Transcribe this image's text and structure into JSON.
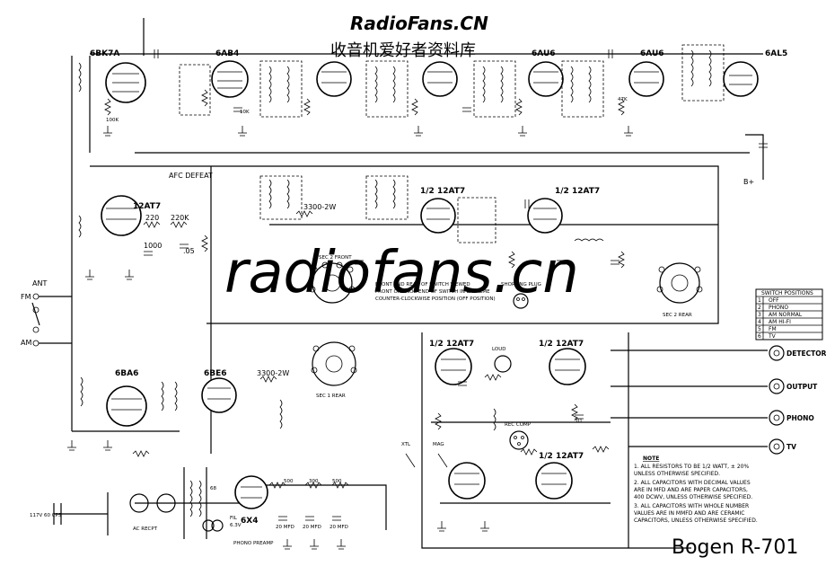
{
  "brand": {
    "site": "RadioFans.CN",
    "site_cn": "收音机爱好者资料库",
    "watermark": "radiofans.cn"
  },
  "title": "Bogen R-701",
  "tubes": [
    {
      "id": "t1",
      "label": "6BK7A"
    },
    {
      "id": "t2",
      "label": "6AB4"
    },
    {
      "id": "t3",
      "label": "6AU6"
    },
    {
      "id": "t4",
      "label": "6AU6"
    },
    {
      "id": "t5",
      "label": "6AL5"
    },
    {
      "id": "t6",
      "label": "12AT7"
    },
    {
      "id": "t7",
      "label": "1/2 12AT7"
    },
    {
      "id": "t8",
      "label": "1/2 12AT7"
    },
    {
      "id": "t9",
      "label": "6BA6"
    },
    {
      "id": "t10",
      "label": "6BE6"
    },
    {
      "id": "t11",
      "label": "1/2 12AT7"
    },
    {
      "id": "t12",
      "label": "1/2 12AT7"
    },
    {
      "id": "t13",
      "label": "1/2 12AT7"
    },
    {
      "id": "t14",
      "label": "6X4"
    }
  ],
  "labels": {
    "afc_defeat": "AFC DEFEAT",
    "ant": "ANT",
    "fm": "FM",
    "am": "AM",
    "sec2_front": "SEC 2 FRONT",
    "sec2_rear": "SEC 2 REAR",
    "sec1_rear": "SEC 1 REAR",
    "shorting_plug": "SHORTING PLUG",
    "switch_note": [
      "FRONT AND REAR OF SWITCH VIEWED",
      "FRONT OR KNOB END OF SWITCH IN EXTREME",
      "COUNTER-CLOCKWISE POSITION (OFF POSITION)"
    ],
    "loud": "LOUD",
    "rec_comp": "REC COMP",
    "xtl": "XTL",
    "mag": "MAG",
    "ac_recpt": "AC RECPT",
    "ac_line": "117V 60 CPS",
    "fil": "FIL",
    "fil_v": "6.3V",
    "phono_preamp": "PHONO PREAMP",
    "b_plus": "B+"
  },
  "switch_positions": {
    "title": "SWITCH POSITIONS",
    "rows": [
      {
        "n": "1",
        "name": "OFF"
      },
      {
        "n": "2",
        "name": "PHONO"
      },
      {
        "n": "3",
        "name": "AM NORMAL"
      },
      {
        "n": "4",
        "name": "AM HI-FI"
      },
      {
        "n": "5",
        "name": "FM"
      },
      {
        "n": "6",
        "name": "TV"
      }
    ]
  },
  "outputs": [
    "DETECTOR",
    "OUTPUT",
    "PHONO",
    "TV"
  ],
  "notes": {
    "heading": "NOTE",
    "lines": [
      "1. ALL RESISTORS TO BE 1/2 WATT, ± 20%",
      "   UNLESS OTHERWISE SPECIFIED.",
      "2. ALL CAPACITORS WITH DECIMAL VALUES",
      "   ARE IN MFD AND ARE PAPER CAPACITORS,",
      "   400 DCWV, UNLESS OTHERWISE SPECIFIED.",
      "3. ALL CAPACITORS WITH WHOLE NUMBER",
      "   VALUES ARE IN MMFD AND ARE CERAMIC",
      "   CAPACITORS, UNLESS OTHERWISE SPECIFIED."
    ]
  },
  "component_values": {
    "r_3300_2w": "3300-2W",
    "r_3300_2w_b": "3300-2W",
    "r_220": "220",
    "r_220k": "220K",
    "c_05": ".05",
    "c_1000": "1000",
    "r_100k": "100K",
    "r_47k": "47K",
    "r_10k": "10K",
    "c_01": ".01",
    "r_500": "500",
    "r_300": "300",
    "c_20mfd": "20 MFD",
    "r_68": "68"
  }
}
